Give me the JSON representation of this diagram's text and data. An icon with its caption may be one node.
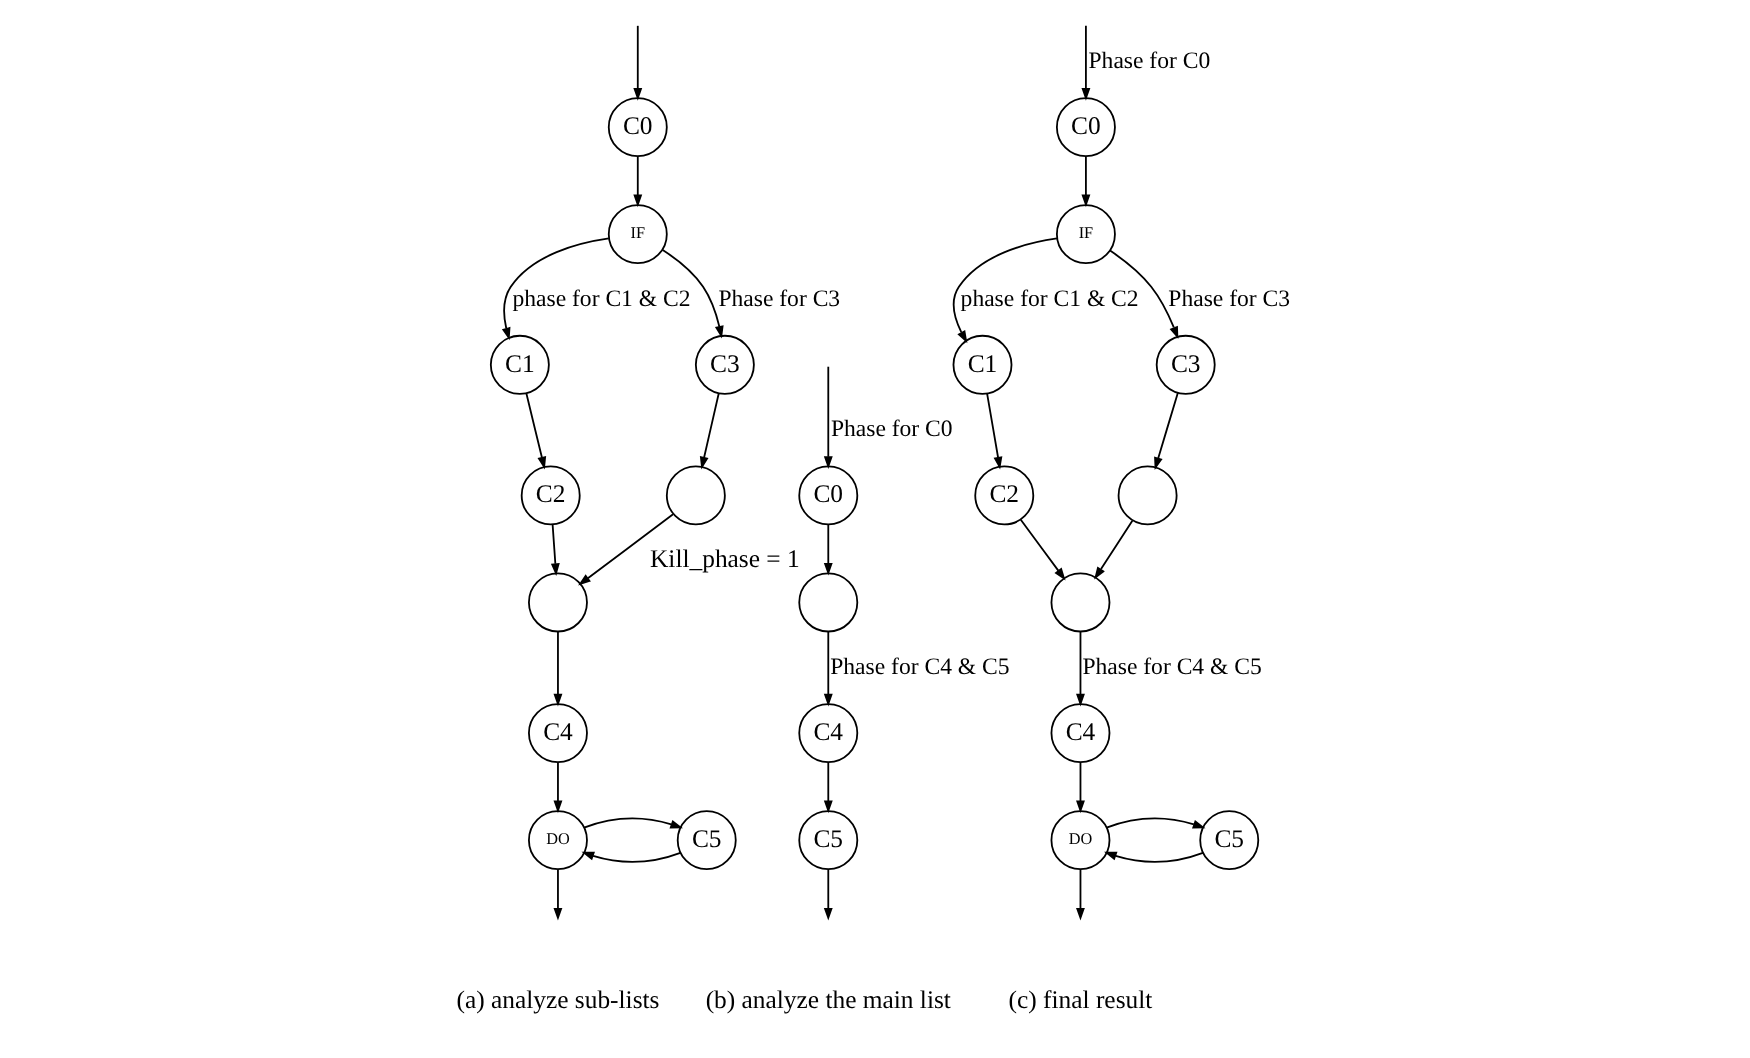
{
  "diagram": {
    "nodes": [
      {
        "text": [
          "C0"
        ]
      },
      {
        "text": [
          "IF"
        ]
      },
      {
        "text": [
          "C1"
        ]
      },
      {
        "text": [
          "C3"
        ]
      },
      {
        "text": [
          "C2"
        ]
      },
      {
        "text": [],
        "shape": "circle"
      },
      {
        "text": [],
        "shape": "circle"
      },
      {
        "text": [
          "C4"
        ]
      },
      {
        "text": [
          "DO"
        ]
      },
      {
        "text": [
          "C5"
        ]
      },
      {
        "text": [
          "C0"
        ]
      },
      {
        "text": [],
        "shape": "circle",
        "beside": [
          "Kill_phase = 1"
        ]
      },
      {
        "text": [
          "C4"
        ]
      },
      {
        "text": [
          "C5"
        ]
      },
      {
        "text": [
          "C0"
        ]
      },
      {
        "text": [
          "IF"
        ]
      },
      {
        "text": [
          "C1"
        ]
      },
      {
        "text": [
          "C3"
        ]
      },
      {
        "text": [
          "C2"
        ]
      },
      {
        "text": [],
        "shape": "circle"
      },
      {
        "text": [],
        "shape": "circle"
      },
      {
        "text": [
          "C4"
        ]
      },
      {
        "text": [
          "DO"
        ]
      },
      {
        "text": [
          "C5"
        ]
      }
    ],
    "edges": [
      {
        "from": null,
        "to": 0,
        "arrow": "to"
      },
      {
        "from": 0,
        "to": 1,
        "arrow": "to"
      },
      {
        "from": 1,
        "to": 2,
        "arrow": "to",
        "label": "phase for C1 & C2"
      },
      {
        "from": 1,
        "to": 3,
        "arrow": "to",
        "label": "Phase for C3"
      },
      {
        "from": 2,
        "to": 4,
        "arrow": "to"
      },
      {
        "from": 3,
        "to": 5,
        "arrow": "to"
      },
      {
        "from": 4,
        "to": 6,
        "arrow": "to"
      },
      {
        "from": 5,
        "to": 6,
        "arrow": "to"
      },
      {
        "from": 6,
        "to": 7,
        "arrow": "to"
      },
      {
        "from": 7,
        "to": 8,
        "arrow": "to"
      },
      {
        "from": 9,
        "to": 8,
        "arrow": "to"
      },
      {
        "from": 8,
        "to": 9,
        "arrow": "to"
      },
      {
        "from": 8,
        "to": null,
        "arrow": "to"
      },
      {
        "from": null,
        "to": 10,
        "arrow": "to",
        "label": "Phase for C0"
      },
      {
        "from": 10,
        "to": 11,
        "arrow": "to"
      },
      {
        "from": 11,
        "to": 12,
        "arrow": "to",
        "label": "Phase for C4 & C5"
      },
      {
        "from": 12,
        "to": 13,
        "arrow": "to"
      },
      {
        "from": 13,
        "to": null,
        "arrow": "to"
      },
      {
        "from": null,
        "to": 14,
        "arrow": "to",
        "label": "Phase for C0"
      },
      {
        "from": 14,
        "to": 15,
        "arrow": "to"
      },
      {
        "from": 15,
        "to": 16,
        "arrow": "to",
        "label": "phase for C1 & C2"
      },
      {
        "from": 15,
        "to": 17,
        "arrow": "to",
        "label": "Phase for C3"
      },
      {
        "from": 16,
        "to": 18,
        "arrow": "to"
      },
      {
        "from": 17,
        "to": 19,
        "arrow": "to"
      },
      {
        "from": 18,
        "to": 20,
        "arrow": "to"
      },
      {
        "from": 19,
        "to": 20,
        "arrow": "to"
      },
      {
        "from": 20,
        "to": 21,
        "arrow": "to",
        "label": "Phase for C4 & C5"
      },
      {
        "from": 21,
        "to": 22,
        "arrow": "to"
      },
      {
        "from": 23,
        "to": 22,
        "arrow": "to"
      },
      {
        "from": 22,
        "to": 23,
        "arrow": "to"
      },
      {
        "from": 22,
        "to": null,
        "arrow": "to"
      }
    ],
    "labels": [
      "(a) analyze sub-lists",
      "(b) analyze the main list",
      "(c) final result"
    ]
  }
}
